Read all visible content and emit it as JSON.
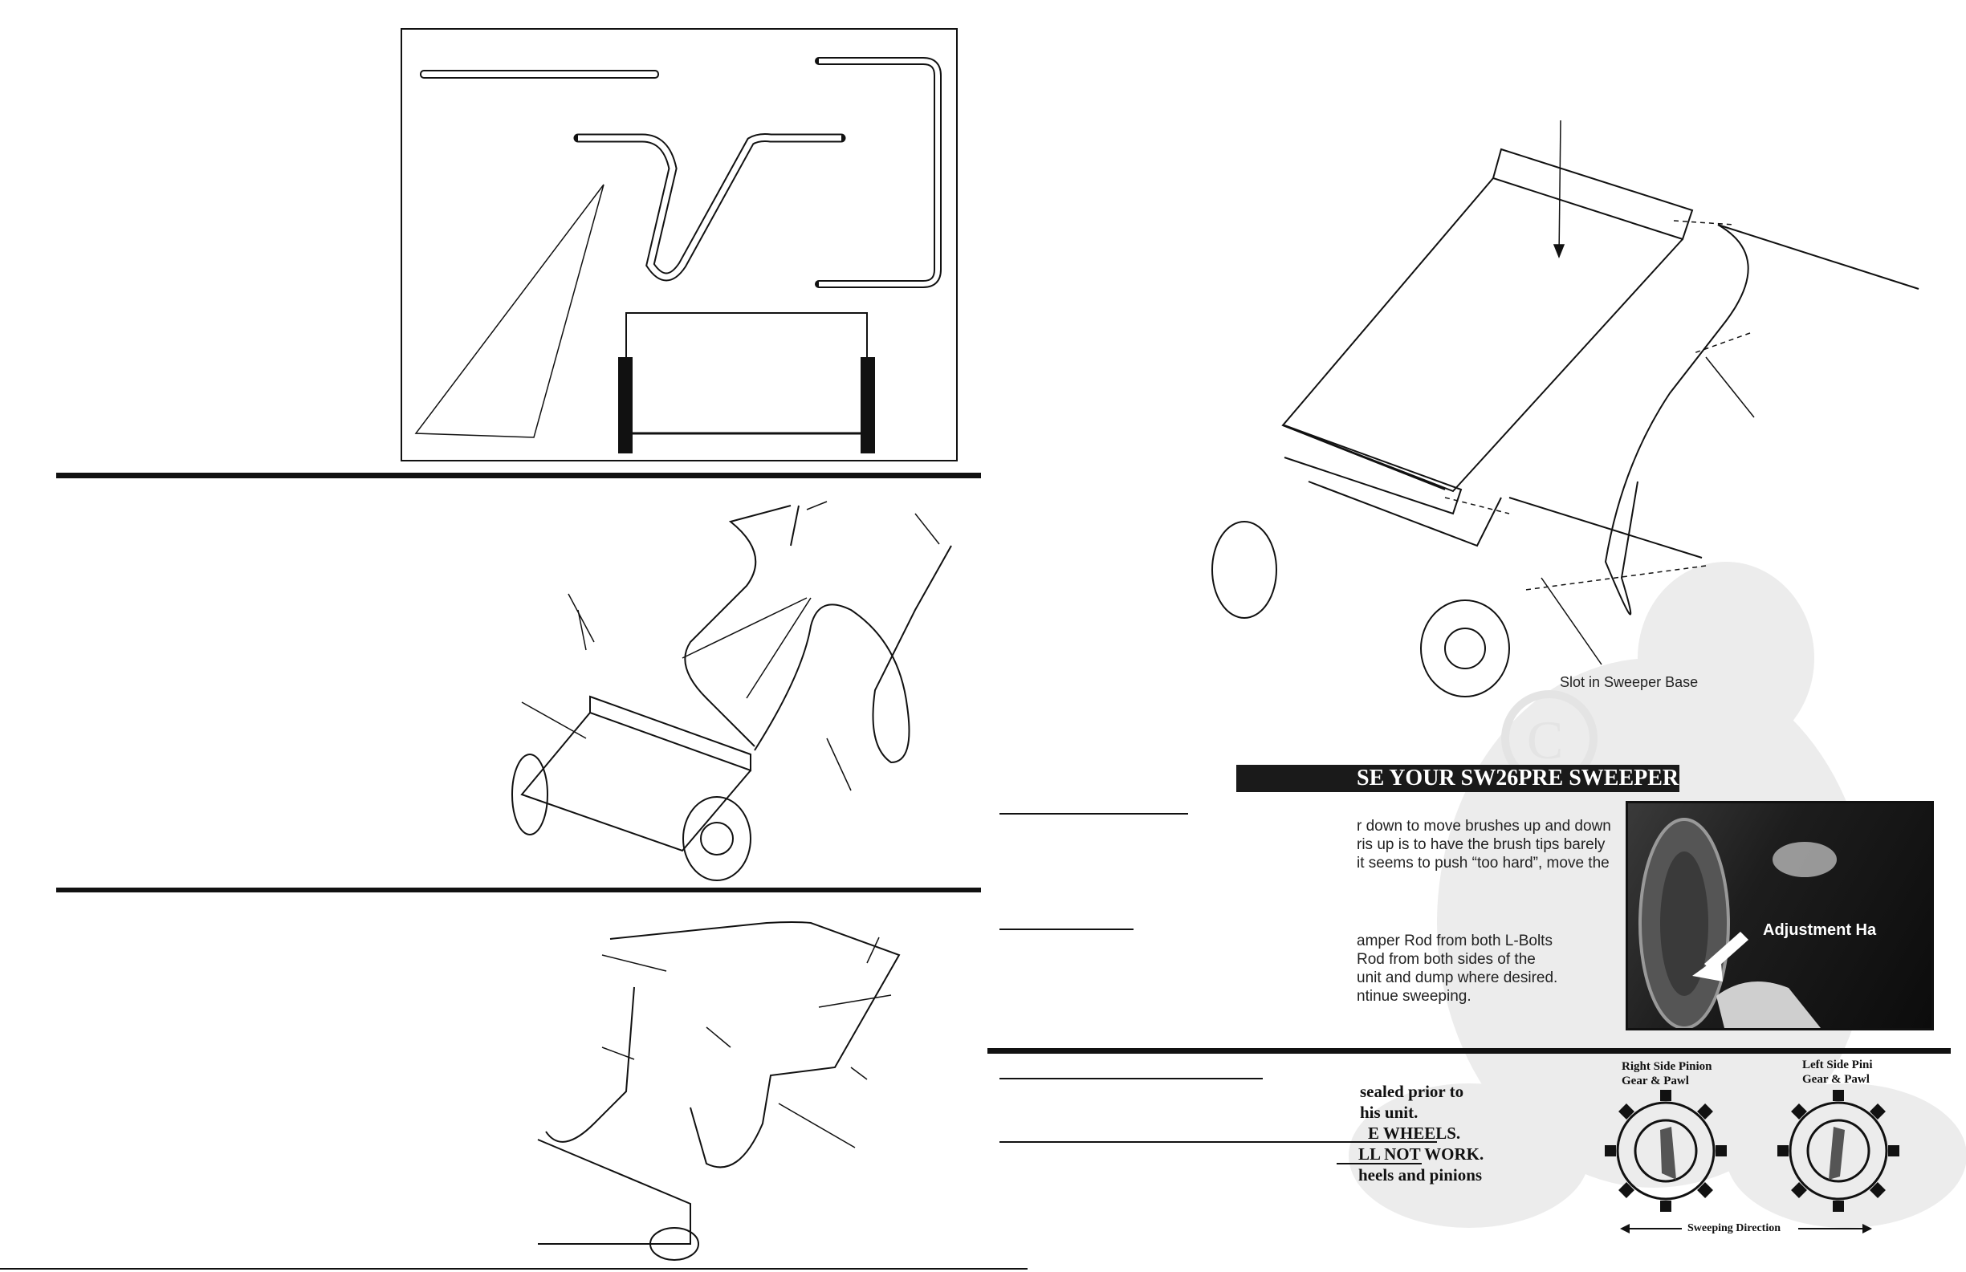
{
  "section_banner": {
    "text": "SE YOUR SW26PRE SWEEPER"
  },
  "labels": {
    "slot_in_base": "Slot in Sweeper Base",
    "adjustment_handle": "Adjustment Ha",
    "right_gear": [
      "Right Side Pinion",
      "Gear  & Pawl"
    ],
    "left_gear": [
      "Left Side Pini",
      "Gear & Pawl"
    ],
    "sweeping_direction": "Sweeping Direction"
  },
  "brush_adjust_lines": [
    "r down to move brushes up and down",
    "ris up is to have the brush tips barely",
    "it seems to push “too hard”, move the"
  ],
  "dump_lines": [
    "amper Rod  from both L-Bolts",
    " Rod from both sides of the",
    "unit and dump where desired.",
    "ntinue sweeping."
  ],
  "warning_lines": [
    "sealed prior to",
    "his unit.",
    "E WHEELS.",
    "LL NOT WORK.",
    "heels and pinions"
  ],
  "colors": {
    "ink": "#111111",
    "banner": "#1a1a1a",
    "watermark": "#ebebeb"
  }
}
